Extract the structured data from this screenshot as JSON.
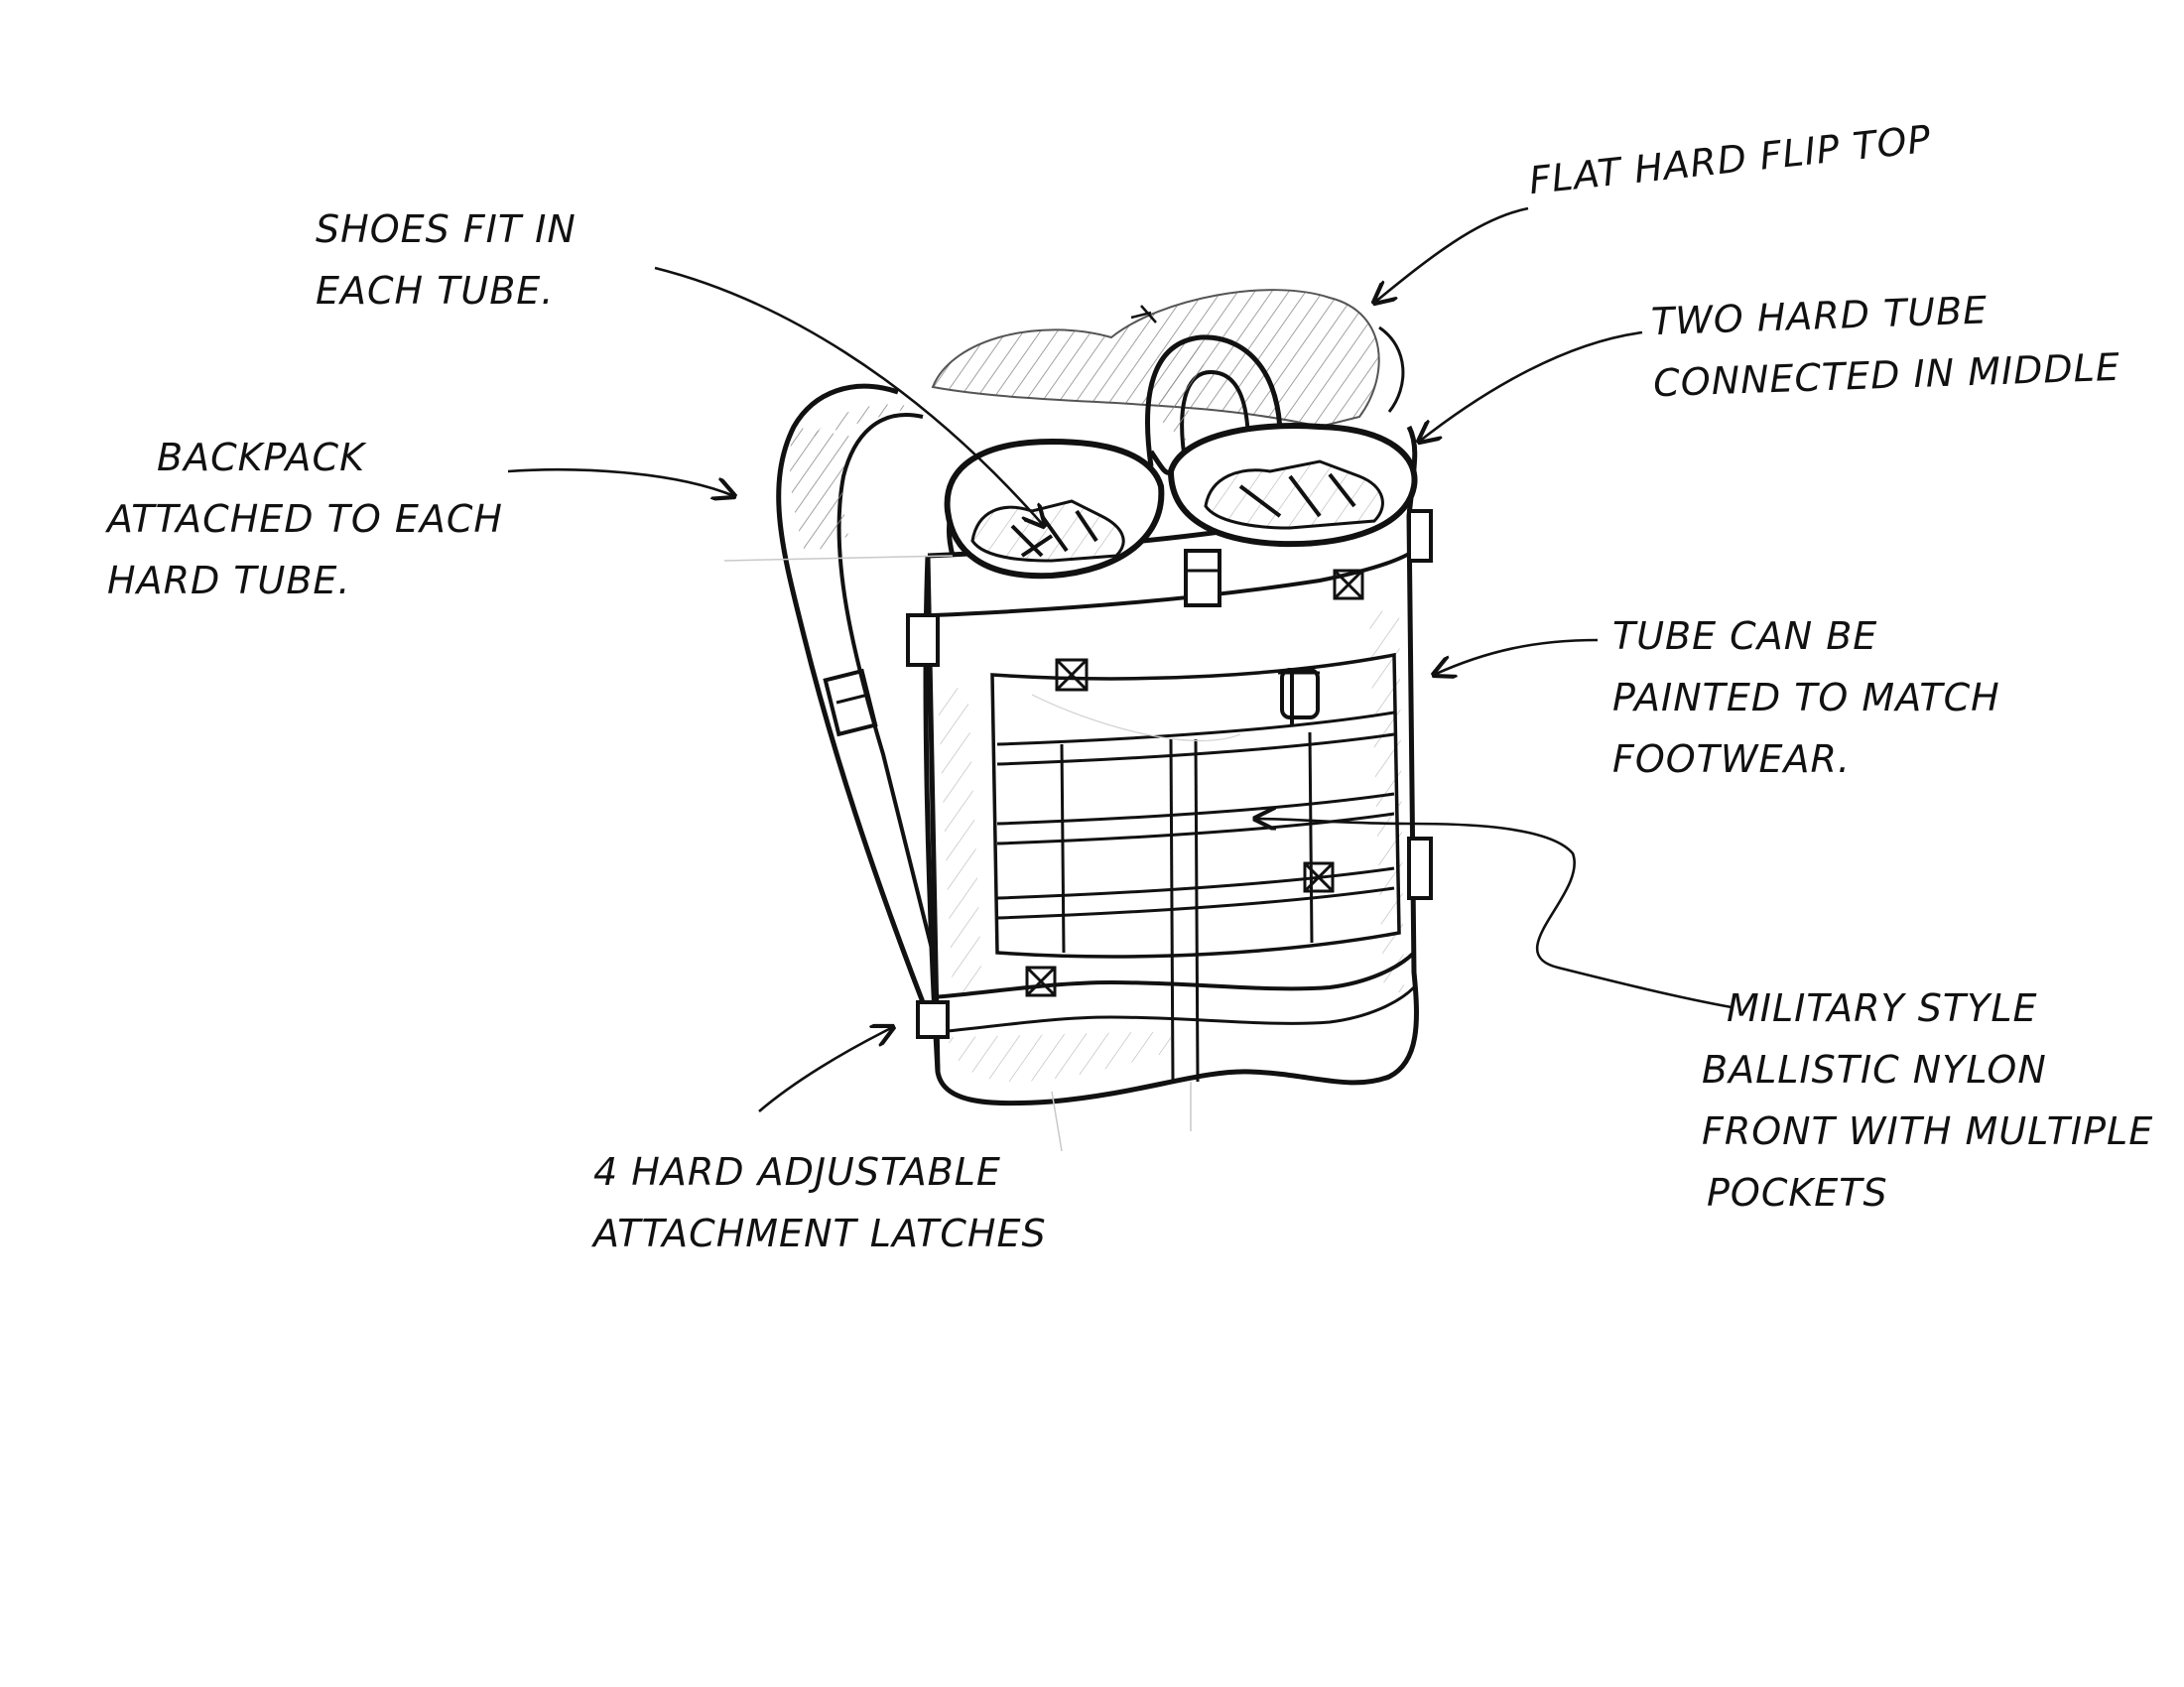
{
  "colors": {
    "paper": "#ffffff",
    "ink": "#111111",
    "shade": "#9a9a9a"
  },
  "annotations": {
    "shoes": {
      "lines": [
        "SHOES FIT IN",
        "EACH TUBE."
      ]
    },
    "flip_top": {
      "lines": [
        "FLAT HARD FLIP TOP"
      ]
    },
    "two_tube": {
      "lines": [
        "TWO HARD TUBE",
        "CONNECTED IN MIDDLE"
      ]
    },
    "backpack": {
      "lines": [
        "BACKPACK",
        "ATTACHED TO EACH",
        "HARD TUBE."
      ]
    },
    "painted": {
      "lines": [
        "TUBE CAN BE",
        "PAINTED TO MATCH",
        "FOOTWEAR."
      ]
    },
    "military": {
      "lines": [
        "MILITARY STYLE",
        "BALLISTIC NYLON",
        "FRONT WITH MULTIPLE",
        "POCKETS"
      ]
    },
    "latches": {
      "lines": [
        "4 HARD ADJUSTABLE",
        "ATTACHMENT LATCHES"
      ]
    }
  }
}
